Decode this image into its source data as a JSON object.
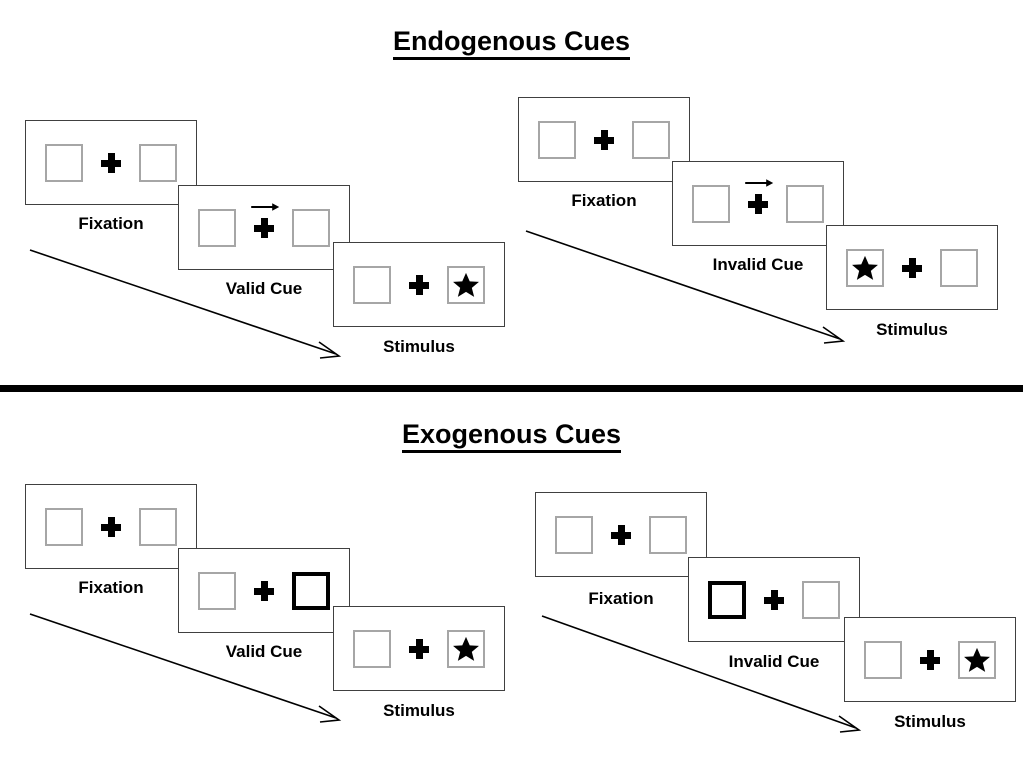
{
  "figure": {
    "title_endogenous": "Endogenous Cues",
    "title_exogenous": "Exogenous Cues",
    "colors": {
      "background": "#ffffff",
      "ink": "#000000",
      "panel_border": "#404040",
      "box_border": "#a6a6a6",
      "cued_box_border": "#000000",
      "divider": "#000000"
    }
  },
  "sections": [
    {
      "id": "endogenous",
      "title": "Endogenous Cues",
      "cue_type": "central-arrow",
      "sequences": [
        {
          "id": "endogenous-valid",
          "condition": "valid",
          "panels": [
            {
              "label": "Fixation",
              "cue": "none",
              "cue_side": "none",
              "target": "none",
              "target_side": "none"
            },
            {
              "label": "Valid Cue",
              "cue": "arrow-right",
              "cue_side": "right",
              "target": "none",
              "target_side": "none"
            },
            {
              "label": "Stimulus",
              "cue": "none",
              "cue_side": "none",
              "target": "star",
              "target_side": "right"
            }
          ],
          "flow_arrow_label": "time-flow-arrow"
        },
        {
          "id": "endogenous-invalid",
          "condition": "invalid",
          "panels": [
            {
              "label": "Fixation",
              "cue": "none",
              "cue_side": "none",
              "target": "none",
              "target_side": "none"
            },
            {
              "label": "Invalid Cue",
              "cue": "arrow-right",
              "cue_side": "right",
              "target": "none",
              "target_side": "none"
            },
            {
              "label": "Stimulus",
              "cue": "none",
              "cue_side": "none",
              "target": "star",
              "target_side": "left"
            }
          ],
          "flow_arrow_label": "time-flow-arrow"
        }
      ]
    },
    {
      "id": "exogenous",
      "title": "Exogenous Cues",
      "cue_type": "peripheral-box-flash",
      "sequences": [
        {
          "id": "exogenous-valid",
          "condition": "valid",
          "panels": [
            {
              "label": "Fixation",
              "cue": "none",
              "cue_side": "none",
              "target": "none",
              "target_side": "none"
            },
            {
              "label": "Valid Cue",
              "cue": "box-flash",
              "cue_side": "right",
              "target": "none",
              "target_side": "none"
            },
            {
              "label": "Stimulus",
              "cue": "none",
              "cue_side": "none",
              "target": "star",
              "target_side": "right"
            }
          ],
          "flow_arrow_label": "time-flow-arrow"
        },
        {
          "id": "exogenous-invalid",
          "condition": "invalid",
          "panels": [
            {
              "label": "Fixation",
              "cue": "none",
              "cue_side": "none",
              "target": "none",
              "target_side": "none"
            },
            {
              "label": "Invalid Cue",
              "cue": "box-flash",
              "cue_side": "left",
              "target": "none",
              "target_side": "none"
            },
            {
              "label": "Stimulus",
              "cue": "none",
              "cue_side": "none",
              "target": "star",
              "target_side": "right"
            }
          ],
          "flow_arrow_label": "time-flow-arrow"
        }
      ]
    }
  ]
}
